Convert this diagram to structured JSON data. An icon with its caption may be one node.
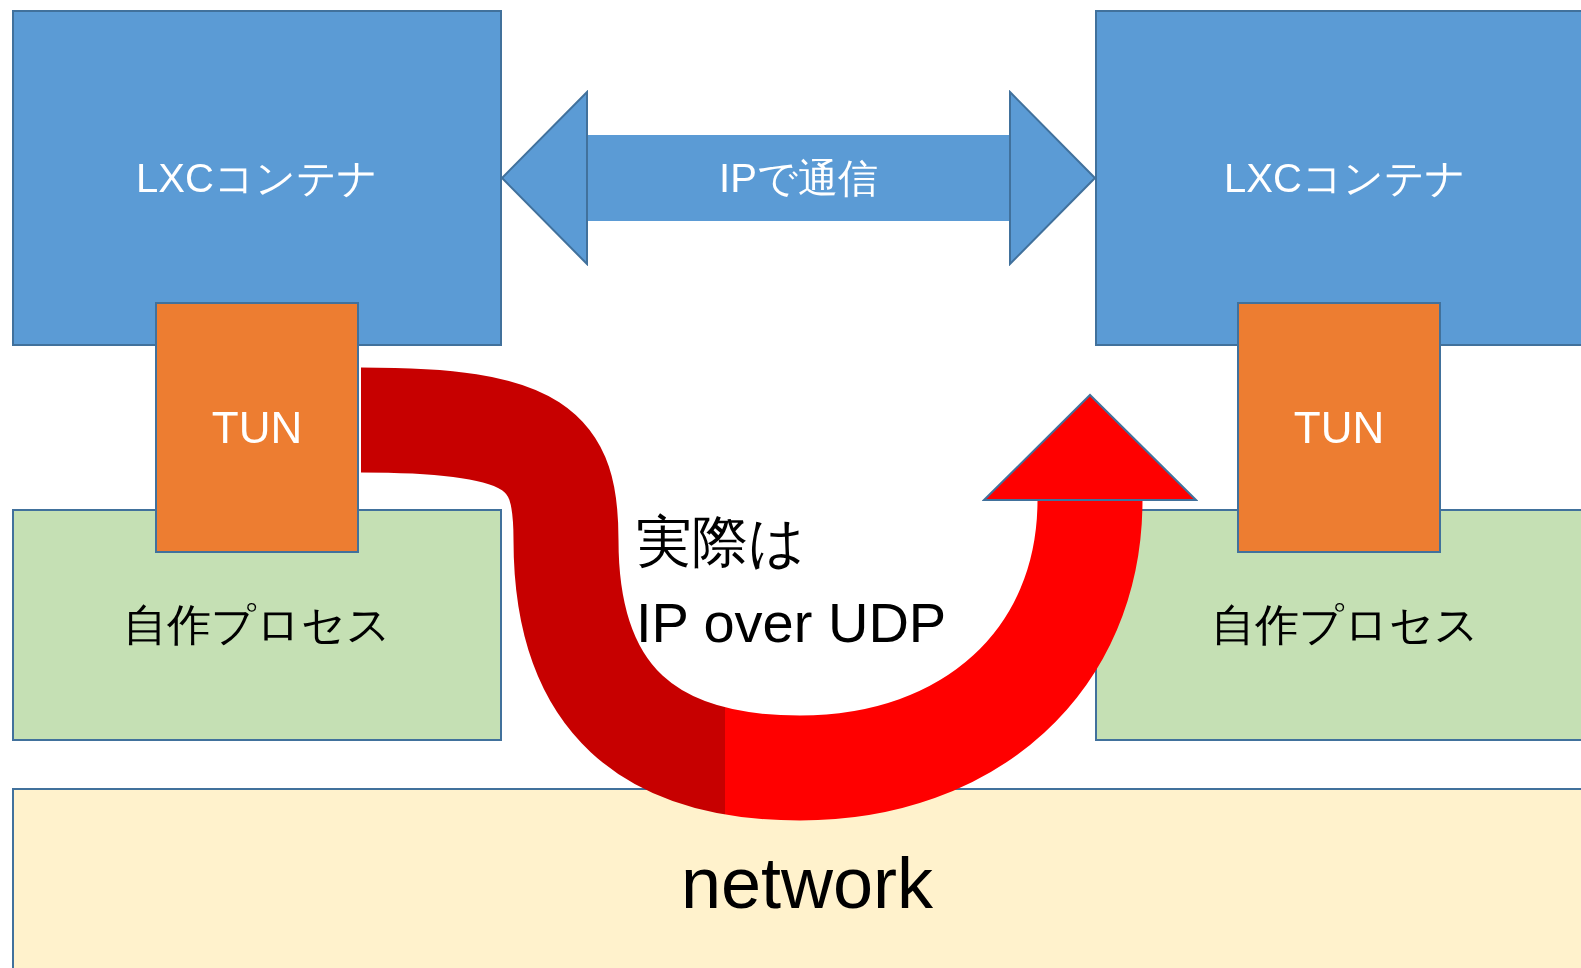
{
  "diagram": {
    "nodes": [
      {
        "text": [
          "LXCコンテナ"
        ]
      },
      {
        "text": [
          "TUN"
        ]
      },
      {
        "text": [
          "自作プロセス"
        ]
      },
      {
        "text": [
          "LXCコンテナ"
        ]
      },
      {
        "text": [
          "TUN"
        ]
      },
      {
        "text": [
          "自作プロセス"
        ]
      },
      {
        "text": [
          "network"
        ]
      }
    ],
    "edges": [
      {
        "from": 0,
        "to": 3,
        "arrow": "both",
        "label": "IPで通信",
        "color": "#5b9bd5"
      },
      {
        "from": 1,
        "to": 4,
        "arrow": "to",
        "color": "#ff0000"
      }
    ],
    "labels": [
      "実際は",
      "IP over UDP"
    ]
  }
}
